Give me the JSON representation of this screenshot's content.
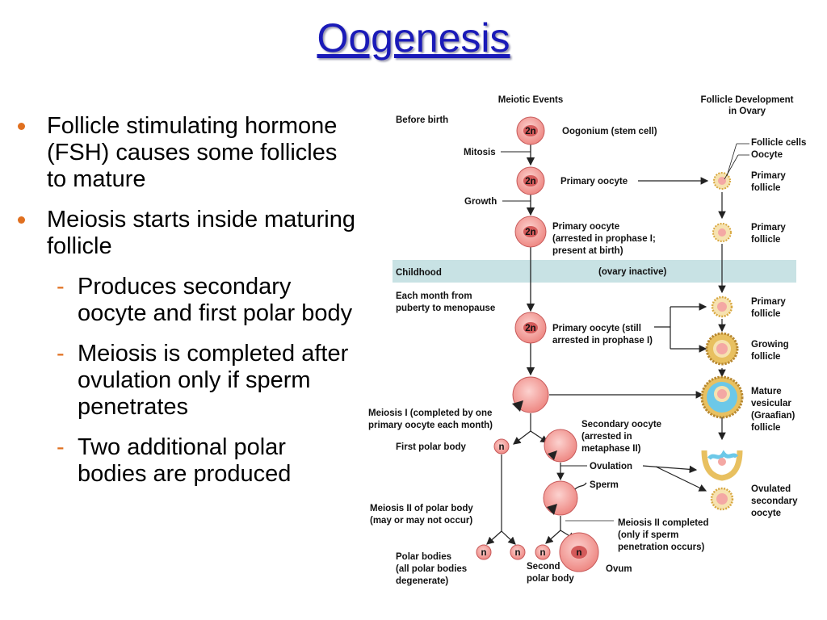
{
  "title": "Oogenesis",
  "bullets": [
    {
      "text": "Follicle stimulating hormone (FSH) causes some follicles to mature",
      "sub": []
    },
    {
      "text": "Meiosis starts inside maturing follicle",
      "sub": [
        "Produces secondary oocyte and first polar body",
        "Meiosis is completed after ovulation only if sperm penetrates",
        "Two additional polar bodies are produced"
      ]
    }
  ],
  "diagram": {
    "col_meiotic": "Meiotic Events",
    "col_follicle_1": "Follicle Development",
    "col_follicle_2": "in Ovary",
    "before_birth": "Before birth",
    "childhood": "Childhood",
    "ovary_inactive": "(ovary inactive)",
    "each_month_1": "Each month from",
    "each_month_2": "puberty to menopause",
    "mitosis": "Mitosis",
    "growth": "Growth",
    "label_2n": "2n",
    "label_n": "n",
    "oogonium": "Oogonium (stem cell)",
    "primary_oocyte": "Primary oocyte",
    "po_arrested_1": "Primary oocyte",
    "po_arrested_2": "(arrested in prophase I;",
    "po_arrested_3": "present at birth)",
    "po_still_1": "Primary oocyte (still",
    "po_still_2": "arrested in prophase I)",
    "follicle_cells": "Follicle cells",
    "oocyte": "Oocyte",
    "primary_follicle_1": "Primary",
    "primary_follicle_2": "follicle",
    "growing_1": "Growing",
    "growing_2": "follicle",
    "mature_1": "Mature",
    "mature_2": "vesicular",
    "mature_3": "(Graafian)",
    "mature_4": "follicle",
    "meiosis1_1": "Meiosis I (completed by one",
    "meiosis1_2": "primary oocyte each month)",
    "first_polar": "First polar body",
    "sec_oocyte_1": "Secondary oocyte",
    "sec_oocyte_2": "(arrested in",
    "sec_oocyte_3": "metaphase II)",
    "ovulation": "Ovulation",
    "sperm": "Sperm",
    "ovulated_1": "Ovulated",
    "ovulated_2": "secondary",
    "ovulated_3": "oocyte",
    "meiosis2_polar_1": "Meiosis II of polar body",
    "meiosis2_polar_2": "(may or may not occur)",
    "meiosis2_done_1": "Meiosis II completed",
    "meiosis2_done_2": "(only if sperm",
    "meiosis2_done_3": "penetration occurs)",
    "polar_bodies_1": "Polar bodies",
    "polar_bodies_2": "(all polar bodies",
    "polar_bodies_3": "degenerate)",
    "second_polar_1": "Second",
    "second_polar_2": "polar body",
    "ovum": "Ovum"
  },
  "colors": {
    "title": "#1a1ab8",
    "bullet_accent": "#e07020",
    "cell_fill": "#f49a96",
    "cell_stroke": "#c85a5a",
    "childhood_band": "#c8e2e4",
    "follicle_cells": "#e8c060",
    "antrum": "#6cc8e8"
  }
}
